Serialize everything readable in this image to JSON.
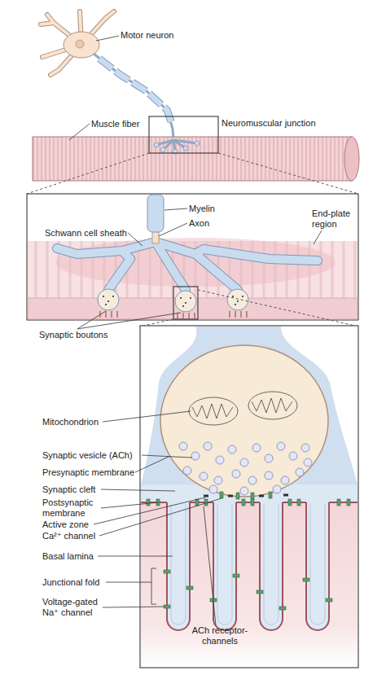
{
  "diagram": {
    "labels": [
      "Motor neuron",
      "Muscle fiber",
      "Neuromuscular junction",
      "Myelin",
      "Axon",
      "Schwann cell sheath",
      "End-plate region",
      "Synaptic boutons",
      "Mitochondrion",
      "Synaptic vesicle (ACh)",
      "Presynaptic membrane",
      "Synaptic cleft",
      "Postsynaptic membrane",
      "Active zone",
      "Ca²⁺ channel",
      "Basal lamina",
      "Junctional fold",
      "Voltage-gated Na⁺ channel",
      "ACh receptor-channels"
    ]
  }
}
